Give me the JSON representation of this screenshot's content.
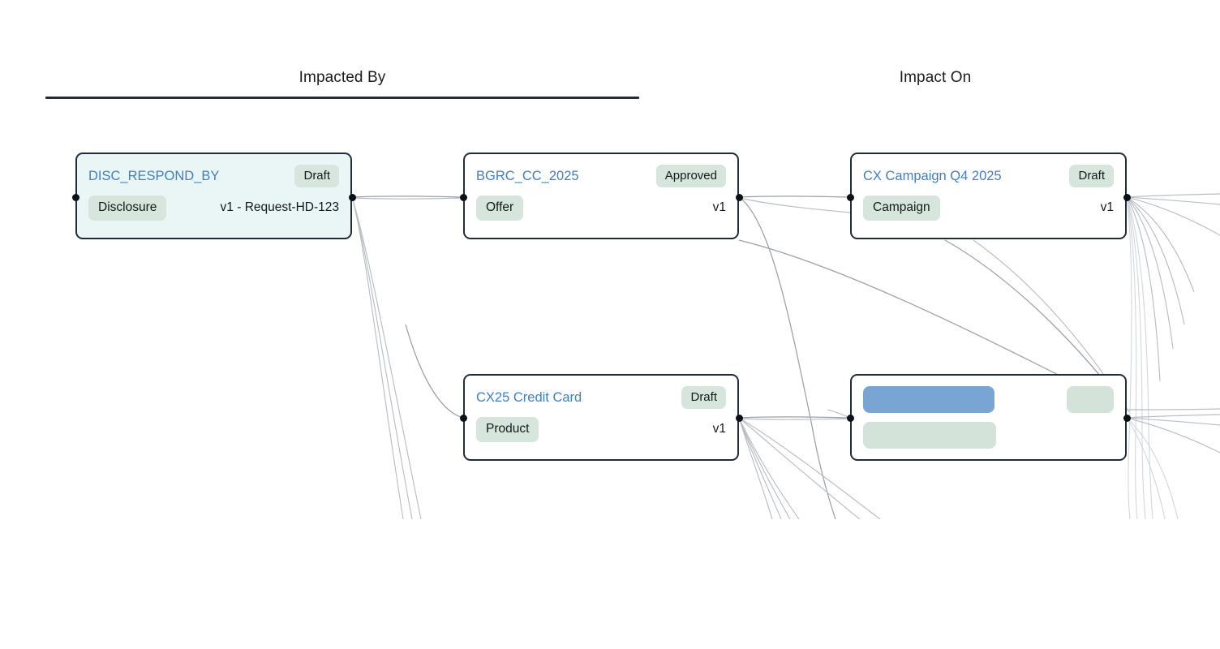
{
  "columns": [
    {
      "label": "Impacted By",
      "rule": true
    },
    {
      "label": "Impact On",
      "rule": false
    }
  ],
  "nodes": [
    {
      "id": "disc-respond-by",
      "title": "DISC_RESPOND_BY",
      "status": "Draft",
      "type": "Disclosure",
      "version": "v1 - Request-HD-123",
      "highlighted": true
    },
    {
      "id": "bgrc-cc-2025",
      "title": "BGRC_CC_2025",
      "status": "Approved",
      "type": "Offer",
      "version": "v1",
      "highlighted": false
    },
    {
      "id": "cx-campaign-q4-2025",
      "title": "CX Campaign Q4 2025",
      "status": "Draft",
      "type": "Campaign",
      "version": "v1",
      "highlighted": false
    },
    {
      "id": "cx25-credit-card",
      "title": "CX25 Credit Card",
      "status": "Draft",
      "type": "Product",
      "version": "v1",
      "highlighted": false
    }
  ],
  "skeleton_node": {
    "id": "loading-placeholder",
    "blocks": [
      "title-placeholder",
      "status-placeholder",
      "type-placeholder"
    ]
  },
  "colors": {
    "node_border": "#232b3b",
    "node_highlight_fill": "#e9f6f5",
    "title_link": "#3f7fc4",
    "badge_green": "#d6e6dc",
    "skeleton_blue": "#79a5d4",
    "skeleton_green": "#d4e3d9",
    "edge_stroke": "#9aa0a6",
    "header_rule": "#1f2a3c",
    "port_dot": "#0d1117",
    "canvas_background": "#ffffff"
  }
}
